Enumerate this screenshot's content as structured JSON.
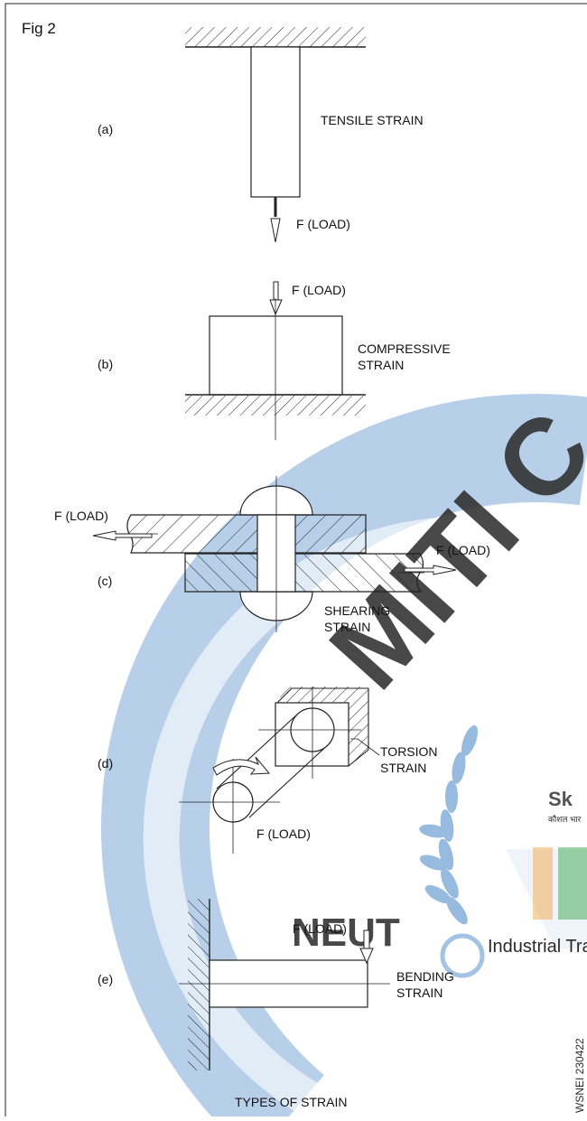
{
  "figure_label": "Fig 2",
  "caption": "TYPES OF STRAIN",
  "side_code": "WSNEI 230422",
  "panels": {
    "a": {
      "tag": "(a)",
      "title_lines": [
        "TENSILE STRAIN"
      ],
      "load": "F (LOAD)"
    },
    "b": {
      "tag": "(b)",
      "title_lines": [
        "COMPRESSIVE",
        "STRAIN"
      ],
      "load": "F (LOAD)"
    },
    "c": {
      "tag": "(c)",
      "title_lines": [
        "SHEARING",
        "STRAIN"
      ],
      "load_left": "F (LOAD)",
      "load_right": "F (LOAD)"
    },
    "d": {
      "tag": "(d)",
      "title_lines": [
        "TORSION",
        "STRAIN"
      ],
      "load": "F (LOAD)"
    },
    "e": {
      "tag": "(e)",
      "title_lines": [
        "BENDING",
        "STRAIN"
      ],
      "load": "F (LOAD)"
    }
  },
  "watermark": {
    "arc_text": "MITI C",
    "center_text": "NEUT",
    "side_text": "Industrial Tra",
    "skill_text": "Sk",
    "hindi_text": "कौशल भार",
    "color": "#6f9fd3"
  }
}
